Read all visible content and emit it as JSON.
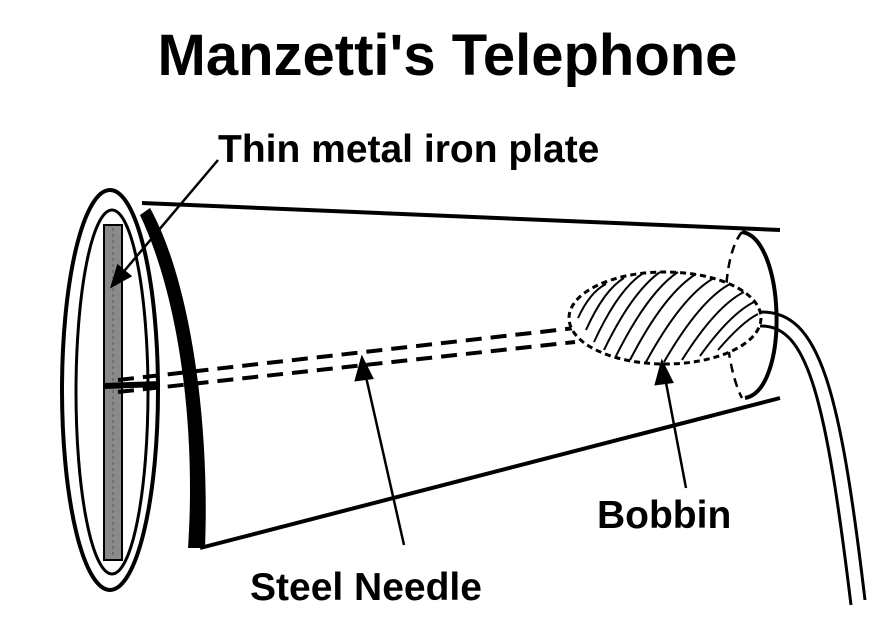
{
  "title": "Manzetti's Telephone",
  "labels": {
    "plate": "Thin metal iron plate",
    "needle": "Steel Needle",
    "bobbin": "Bobbin"
  },
  "colors": {
    "ink": "#000000",
    "background": "#ffffff",
    "plate": "#8a8a8a"
  }
}
